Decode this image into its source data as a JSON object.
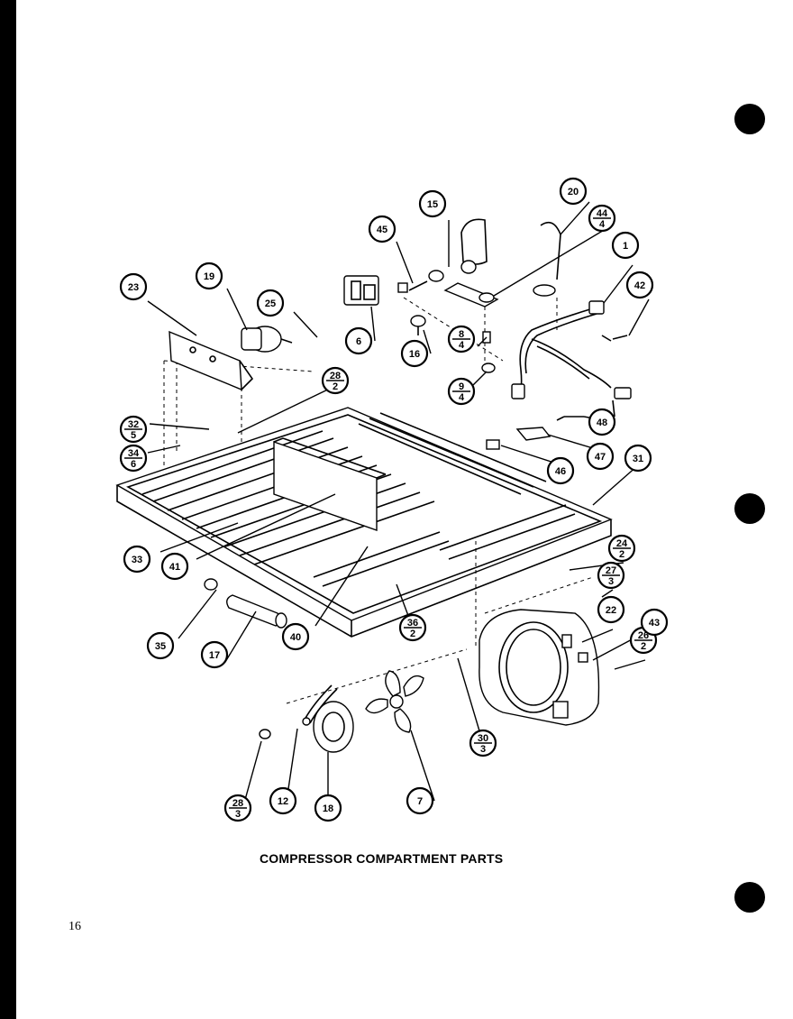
{
  "caption": "COMPRESSOR COMPARTMENT PARTS",
  "page_number": "16",
  "callouts": [
    {
      "id": "c1",
      "label": "1"
    },
    {
      "id": "c6",
      "label": "6"
    },
    {
      "id": "c7",
      "label": "7"
    },
    {
      "id": "c8",
      "label": "8",
      "sub": "4"
    },
    {
      "id": "c9",
      "label": "9",
      "sub": "4"
    },
    {
      "id": "c12",
      "label": "12"
    },
    {
      "id": "c15",
      "label": "15"
    },
    {
      "id": "c16",
      "label": "16"
    },
    {
      "id": "c17",
      "label": "17"
    },
    {
      "id": "c18",
      "label": "18"
    },
    {
      "id": "c19",
      "label": "19"
    },
    {
      "id": "c20",
      "label": "20"
    },
    {
      "id": "c22",
      "label": "22"
    },
    {
      "id": "c23",
      "label": "23"
    },
    {
      "id": "c24",
      "label": "24",
      "sub": "2"
    },
    {
      "id": "c25",
      "label": "25"
    },
    {
      "id": "c26",
      "label": "26",
      "sub": "2"
    },
    {
      "id": "c27",
      "label": "27",
      "sub": "3"
    },
    {
      "id": "c28a",
      "label": "28",
      "sub": "2"
    },
    {
      "id": "c28b",
      "label": "28",
      "sub": "3"
    },
    {
      "id": "c30",
      "label": "30",
      "sub": "3"
    },
    {
      "id": "c31",
      "label": "31"
    },
    {
      "id": "c32",
      "label": "32",
      "sub": "5"
    },
    {
      "id": "c33",
      "label": "33"
    },
    {
      "id": "c34",
      "label": "34",
      "sub": "6"
    },
    {
      "id": "c35",
      "label": "35"
    },
    {
      "id": "c36",
      "label": "36",
      "sub": "2"
    },
    {
      "id": "c40",
      "label": "40"
    },
    {
      "id": "c41",
      "label": "41"
    },
    {
      "id": "c42",
      "label": "42"
    },
    {
      "id": "c43",
      "label": "43"
    },
    {
      "id": "c44",
      "label": "44",
      "sub": "4"
    },
    {
      "id": "c45",
      "label": "45"
    },
    {
      "id": "c46",
      "label": "46"
    },
    {
      "id": "c47",
      "label": "47"
    },
    {
      "id": "c48",
      "label": "48"
    }
  ]
}
